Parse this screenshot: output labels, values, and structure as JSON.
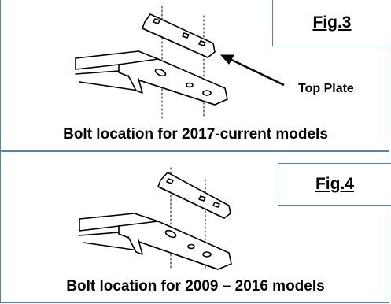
{
  "figures": [
    {
      "label": "Fig.3",
      "caption": "Bolt location for 2017-current models",
      "callout": "Top Plate"
    },
    {
      "label": "Fig.4",
      "caption": "Bolt location for 2009 – 2016 models"
    }
  ],
  "colors": {
    "border": "#4f81bd",
    "text": "#000000"
  }
}
